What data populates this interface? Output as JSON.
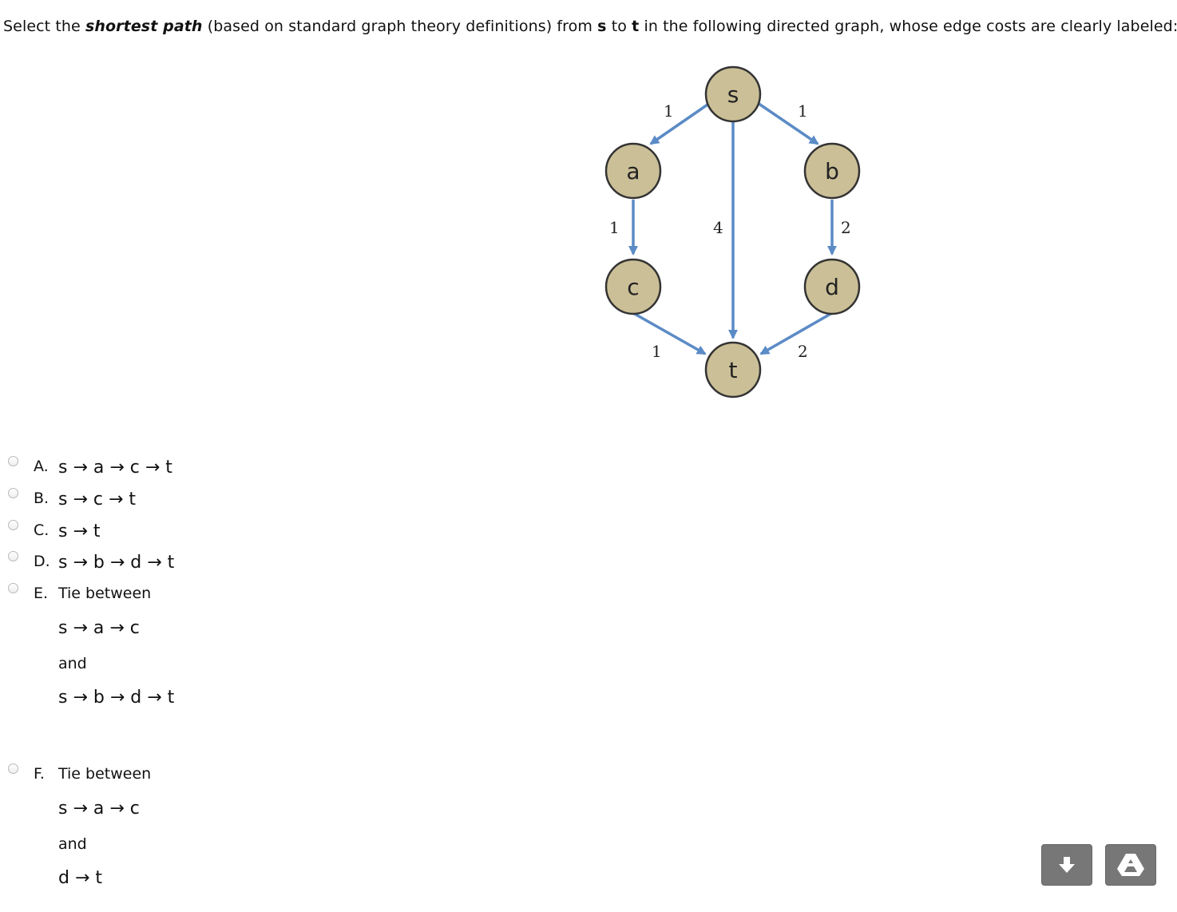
{
  "question": {
    "part1": "Select the ",
    "emph": "shortest path",
    "part2": " (based on standard graph theory definitions) from ",
    "s": "s",
    "part3": " to ",
    "t": "t",
    "part4": " in the following directed graph, whose edge costs are clearly labeled:"
  },
  "graph": {
    "nodes": {
      "s": "s",
      "a": "a",
      "b": "b",
      "c": "c",
      "d": "d",
      "t": "t"
    },
    "edges": {
      "s_a": "1",
      "s_b": "1",
      "a_c": "1",
      "s_t": "4",
      "b_d": "2",
      "c_t": "1",
      "d_t": "2"
    },
    "colors": {
      "node_fill": "#cbbf97",
      "node_stroke": "#333333",
      "edge": "#5b8bc6"
    }
  },
  "options": [
    {
      "letter": "A.",
      "text": "s → a  → c → t"
    },
    {
      "letter": "B.",
      "text": "s → c  → t"
    },
    {
      "letter": "C.",
      "text": "s → t"
    },
    {
      "letter": "D.",
      "text": "s → b  → d → t"
    },
    {
      "letter": "E.",
      "text": "Tie between",
      "lines": [
        "s → a  → c",
        "and",
        "s → b  → d → t"
      ]
    },
    {
      "letter": "F.",
      "text": "Tie between",
      "lines": [
        "s → a  → c",
        "and",
        "d →  t"
      ]
    }
  ],
  "buttons": {
    "download": "download-icon",
    "drive": "drive-icon"
  }
}
